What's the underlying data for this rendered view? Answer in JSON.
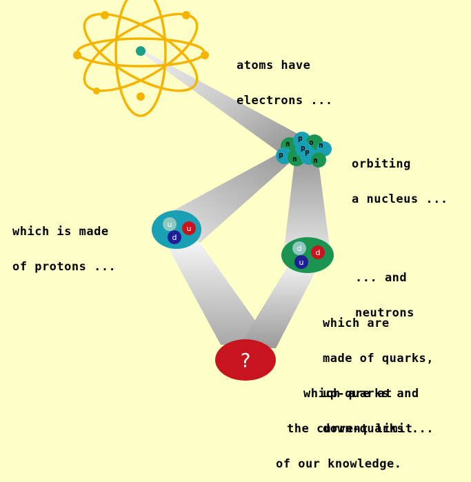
{
  "colors": {
    "background": "#ffffc8",
    "orbit": "#f5b400",
    "nucleus_teal": "#1aa0b4",
    "nucleus_green": "#1a9450",
    "up_quark": "#c8141e",
    "down_quark": "#1e1e96",
    "question_disk": "#c8141e"
  },
  "captions": {
    "atoms": [
      "atoms have",
      "electrons ..."
    ],
    "nucleus": [
      "orbiting",
      "a nucleus ..."
    ],
    "protons": [
      "which is made",
      "of protons ..."
    ],
    "neutrons": [
      "... and",
      "neutrons"
    ],
    "quarks": [
      "which are",
      "made of quarks,",
      "up-quarks and",
      "down-quarks ..."
    ],
    "limit": [
      "which are at",
      "the current limit",
      "of our knowledge."
    ]
  },
  "nucleus_letters": [
    "n",
    "p",
    "o",
    "n",
    "p",
    "n",
    "P",
    "n",
    "p"
  ],
  "proton_quarks": [
    "u",
    "u",
    "d"
  ],
  "neutron_quarks": [
    "d",
    "d",
    "u"
  ],
  "unknown_symbol": "?",
  "icons": {
    "atom": "atom-icon",
    "nucleus": "nucleus-icon",
    "proton": "proton-icon",
    "neutron": "neutron-icon",
    "unknown": "question-mark-icon"
  }
}
